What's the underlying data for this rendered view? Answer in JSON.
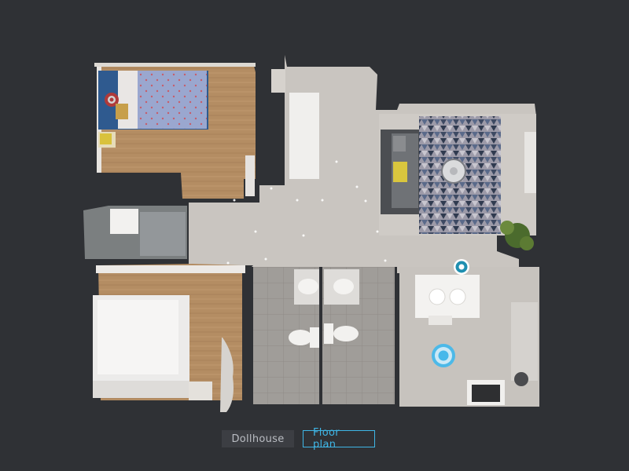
{
  "viewer": {
    "background": "#2f3135",
    "rooms": [
      {
        "name": "bedroom-top-left"
      },
      {
        "name": "hallway"
      },
      {
        "name": "living-room"
      },
      {
        "name": "laundry"
      },
      {
        "name": "bedroom-bottom-left"
      },
      {
        "name": "bathroom-left"
      },
      {
        "name": "bathroom-right"
      },
      {
        "name": "kitchen-dining"
      }
    ],
    "markers": [
      {
        "name": "sweep-marker-dining",
        "icon": "navigation-point-icon"
      },
      {
        "name": "current-position-marker",
        "icon": "current-position-icon"
      }
    ]
  },
  "modes": {
    "dollhouse": "Dollhouse",
    "floor_plan": "Floor plan",
    "active": "floor_plan",
    "accent_color": "#3fb6e6"
  }
}
